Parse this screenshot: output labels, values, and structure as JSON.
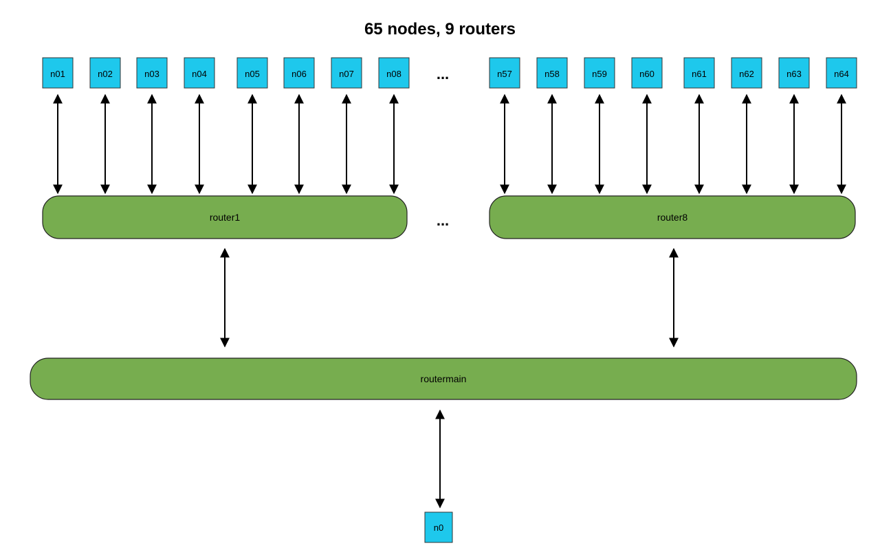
{
  "title": "65 nodes, 9 routers",
  "top_nodes_left": [
    "n01",
    "n02",
    "n03",
    "n04",
    "n05",
    "n06",
    "n07",
    "n08"
  ],
  "top_nodes_right": [
    "n57",
    "n58",
    "n59",
    "n60",
    "n61",
    "n62",
    "n63",
    "n64"
  ],
  "ellipsis": "...",
  "routers": {
    "left": "router1",
    "right": "router8",
    "main": "routermain"
  },
  "bottom_node": "n0",
  "colors": {
    "node_fill": "#1ec8ec",
    "router_fill": "#77ad4f",
    "line": "#000000"
  }
}
